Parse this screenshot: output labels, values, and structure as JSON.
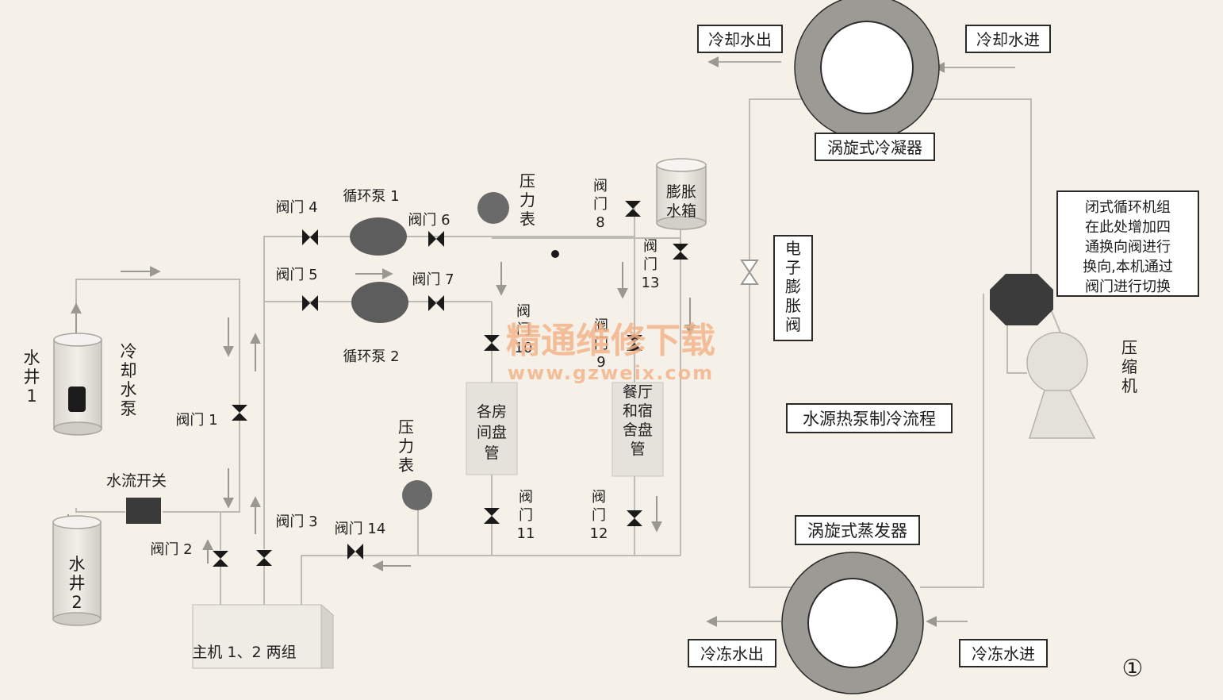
{
  "labels": {
    "cooling_water_out": "冷却水出",
    "cooling_water_in": "冷却水进",
    "condenser": "涡旋式冷凝器",
    "closed_loop_note": [
      "闭式循环机组",
      "在此处增加四",
      "通换向阀进行",
      "换向,本机通过",
      "阀门进行切换"
    ],
    "compressor": [
      "压",
      "缩",
      "机"
    ],
    "electronic_expansion_valve": [
      "电",
      "子",
      "膨",
      "胀",
      "阀"
    ],
    "process_title": "水源热泵制冷流程",
    "evaporator": "涡旋式蒸发器",
    "chilled_water_out": "冷冻水出",
    "chilled_water_in": "冷冻水进",
    "figure_number": "①",
    "main_unit": "主机 1、2 两组",
    "well_1": [
      "水",
      "井",
      "1"
    ],
    "well_2": [
      "水",
      "井",
      "2"
    ],
    "cooling_pump": [
      "冷",
      "却",
      "水",
      "泵"
    ],
    "flow_switch": "水流开关",
    "pump_1": "循环泵 1",
    "pump_2": "循环泵 2",
    "pressure_gauge_top": [
      "压",
      "力",
      "表"
    ],
    "pressure_gauge_bottom": [
      "压",
      "力",
      "表"
    ],
    "expansion_tank": [
      "膨胀",
      "水箱"
    ],
    "room_coils": [
      "各房",
      "间盘",
      "管"
    ],
    "hall_coils": [
      "餐厅",
      "和宿",
      "舍盘",
      "管"
    ],
    "valve_1": "阀门 1",
    "valve_2": "阀门 2",
    "valve_3": "阀门 3",
    "valve_4": "阀门 4",
    "valve_5": "阀门 5",
    "valve_6": "阀门 6",
    "valve_7": "阀门 7",
    "valve_8": [
      "阀",
      "门",
      "8"
    ],
    "valve_9": [
      "阀",
      "门",
      "9"
    ],
    "valve_10": [
      "阀",
      "门",
      "10"
    ],
    "valve_11": [
      "阀",
      "门",
      "11"
    ],
    "valve_12": [
      "阀",
      "门",
      "12"
    ],
    "valve_13": [
      "阀",
      "门",
      "13"
    ],
    "valve_14": "阀门 14",
    "watermark_text": "精通维修下载",
    "watermark_url": "www.gzweix.com"
  }
}
